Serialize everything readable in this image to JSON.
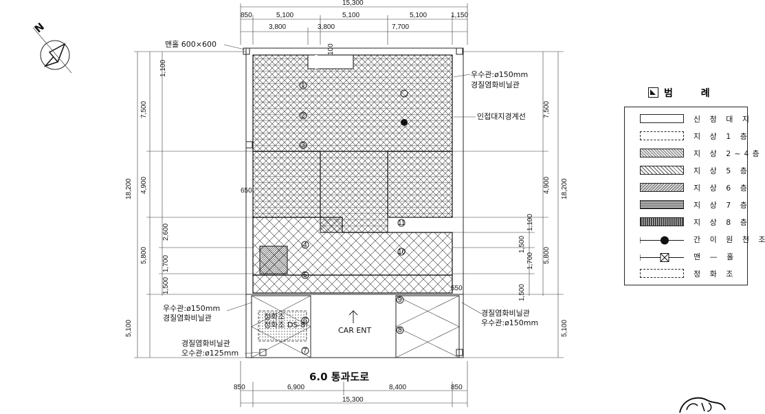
{
  "dims": {
    "top_total": "15,300",
    "top_row1": [
      "850",
      "5,100",
      "5,100",
      "5,100",
      "1,150"
    ],
    "top_row2": [
      "3,800",
      "3,800",
      "7,700"
    ],
    "bottom_total": "15,300",
    "bottom_row": [
      "850",
      "6,900",
      "8,400",
      "850"
    ],
    "left_total": "18,200",
    "left_main": [
      "7,500",
      "4,900",
      "5,800"
    ],
    "left_top": "1,100",
    "left_sub": [
      "2,600",
      "1,700",
      "1,500"
    ],
    "right_total": "18,200",
    "right_main": [
      "7,500",
      "4,900",
      "5,800"
    ],
    "right_sub": [
      "1,100",
      "1,500",
      "1,700",
      "1,500"
    ],
    "side_650": "650",
    "side_550": "550",
    "bottom_5100_left": "5,100",
    "bottom_5100_right": "5,100",
    "top_100": "100"
  },
  "labels": {
    "manhole": "맨홀 600×600",
    "rain_pipe_top": "우수관:ø150mm",
    "rain_pipe_top_mat": "경질염화비닐관",
    "boundary": "인접대지경계선",
    "rain_pipe_left": "우수관:ø150mm",
    "rain_pipe_left_mat": "경질염화비닐관",
    "rain_pipe_right_mat": "경질염화비닐관",
    "rain_pipe_right": "우수관:ø150mm",
    "sewer_mat": "경질염화비닐관",
    "sewer_pipe": "오수관:ø125mm",
    "car_ent": "CAR ENT",
    "road": "6.0 통과도로",
    "septic_box_1": "정화조",
    "septic_box_2": "정화조 DS-8",
    "north": "N"
  },
  "legend": {
    "title": "범 례",
    "items": [
      {
        "text": "신 청 대 지",
        "pattern": "site"
      },
      {
        "text": "지 상 1 층",
        "pattern": "f1"
      },
      {
        "text": "지 상 2~4층",
        "pattern": "f2"
      },
      {
        "text": "지 상 5 층",
        "pattern": "f5"
      },
      {
        "text": "지 상 6 층",
        "pattern": "f6"
      },
      {
        "text": "지 상 7 층",
        "pattern": "f7"
      },
      {
        "text": "지 상 8 층",
        "pattern": "f8"
      },
      {
        "text": "간 이 원 천 조",
        "pattern": "well"
      },
      {
        "text": "맨 — 홀",
        "pattern": "manhole"
      },
      {
        "text": "정 화 조",
        "pattern": "septic"
      }
    ]
  },
  "markers": [
    "1",
    "2",
    "3",
    "4",
    "5",
    "6",
    "7",
    "8",
    "9",
    "10",
    "11"
  ],
  "colors": {
    "line": "#222222",
    "paper": "#ffffff"
  }
}
